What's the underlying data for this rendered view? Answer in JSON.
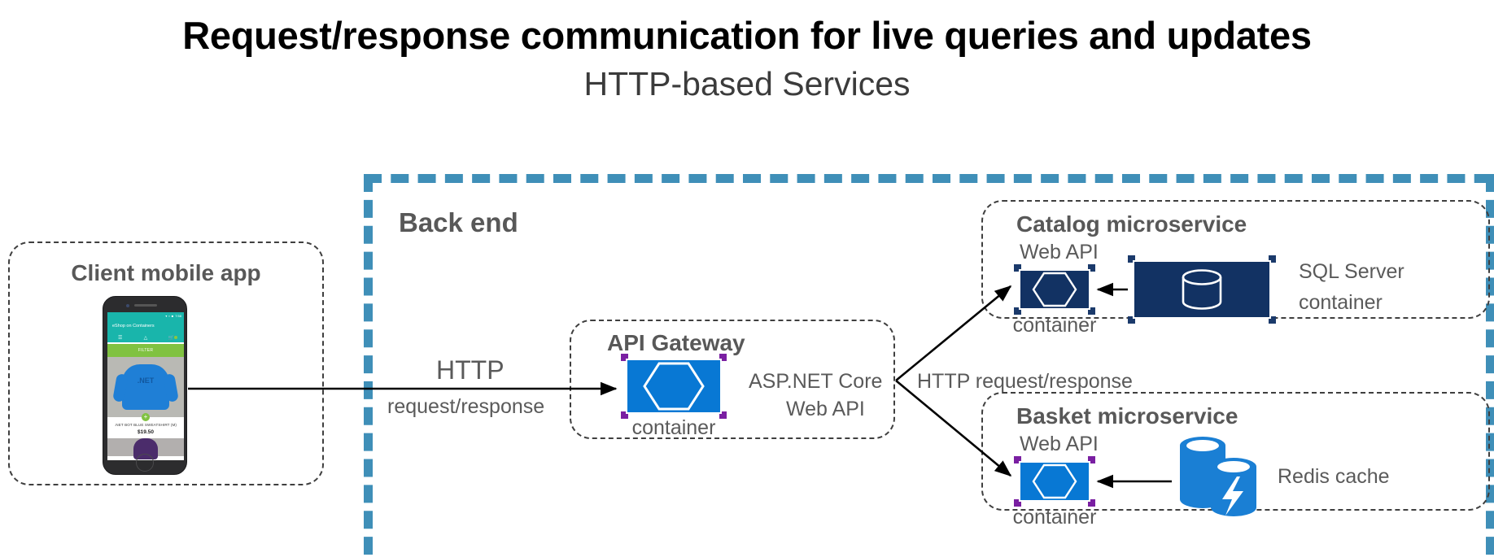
{
  "header": {
    "title": "Request/response communication for live queries and updates",
    "subtitle": "HTTP-based Services"
  },
  "backend": {
    "label": "Back end",
    "border_color": "#3f8fb8"
  },
  "client": {
    "title": "Client mobile app",
    "phone": {
      "app_name": "eShop on Containers",
      "status_time": "7:58",
      "tabs": [
        "☰",
        "△",
        "Ὥ2"
      ],
      "filter_label": "FILTER",
      "product_name": ".NET BOT BLUE SWEATSHIRT (M)",
      "product_price": "$19.50",
      "brand_text": ".NET"
    }
  },
  "flows": {
    "client_to_gateway": {
      "line1": "HTTP",
      "line2": "request/response"
    },
    "gateway_to_services": "HTTP request/response"
  },
  "gateway": {
    "title": "API Gateway",
    "container_label": "container",
    "tech_line1": "ASP.NET Core",
    "tech_line2": "Web API",
    "accent_color": "#7a1fa2",
    "icon_color": "#0878d4"
  },
  "catalog": {
    "title": "Catalog microservice",
    "webapi_label": "Web API",
    "container_label": "container",
    "db_line1": "SQL Server",
    "db_line2": "container",
    "accent_color": "#1b3a6b",
    "icon_color": "#123263"
  },
  "basket": {
    "title": "Basket microservice",
    "webapi_label": "Web API",
    "container_label": "container",
    "db_label": "Redis cache",
    "accent_color": "#7a1fa2",
    "icon_color": "#0878d4",
    "redis_color": "#1a7fd4"
  }
}
